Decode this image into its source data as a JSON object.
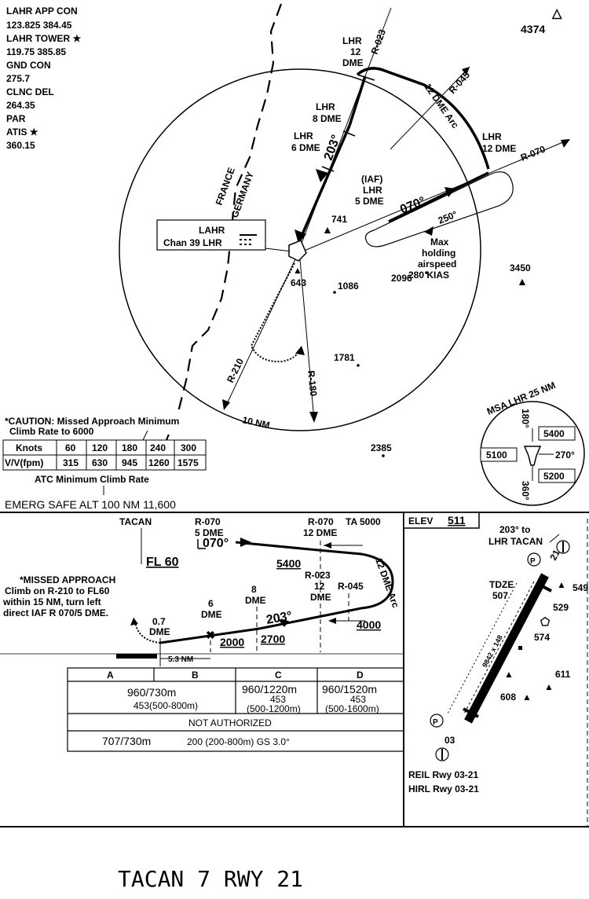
{
  "freqs": {
    "app_con": "LAHR APP CON",
    "app_con_freq": "123.825   384.45",
    "tower": "LAHR TOWER ★",
    "tower_freq": "119.75   385.85",
    "gnd_con": "GND CON",
    "gnd_con_freq": "275.7",
    "clnc_del": "CLNC DEL",
    "clnc_del_freq": "264.35",
    "par": "PAR",
    "atis": "ATIS ★",
    "atis_freq": "360.15"
  },
  "plan": {
    "top_right_elev": "4374",
    "fix_12dme_line1": "LHR",
    "fix_12dme_line2": "12",
    "fix_12dme_line3": "DME",
    "radial_023": "R-023",
    "radial_045": "R-045",
    "arc_label": "12    DME Arc",
    "fix_8dme_line1": "LHR",
    "fix_8dme_line2": "8 DME",
    "fix_6dme_line1": "LHR",
    "fix_6dme_line2": "6 DME",
    "course_203": "203°",
    "fix_r070_line1": "LHR",
    "fix_r070_line2": "12  DME",
    "radial_070": "R-070",
    "iaf_line1": "(IAF)",
    "iaf_line2": "LHR",
    "iaf_line3": "5 DME",
    "course_070": "070°",
    "holding_250": "250°",
    "border_france": "FRANCE",
    "border_germany": "GERMANY",
    "tacan_box_line1": "LAHR",
    "tacan_box_line2": "Chan 39 LHR",
    "elev_741": "741",
    "elev_643": "643",
    "elev_1086": "1086",
    "elev_2096": "2096",
    "max_hold_line1": "Max",
    "max_hold_line2": "holding",
    "max_hold_line3": "airspeed",
    "max_hold_line4": "280 KIAS",
    "elev_3450": "3450",
    "elev_1781": "1781",
    "radial_210": "R-210",
    "radial_180": "R-180",
    "ring_10nm": "10 NM",
    "elev_2385": "2385"
  },
  "msa": {
    "title": "MSA  LHR  25 NM",
    "bearing_180": "180°",
    "bearing_270": "270°",
    "bearing_360": "360°",
    "alt_north": "5400",
    "alt_west": "5100",
    "alt_south": "5200"
  },
  "caution": {
    "line1": "*CAUTION: Missed Approach Minimum",
    "line2": "Climb Rate to 6000",
    "row1": [
      "Knots",
      "60",
      "120",
      "180",
      "240",
      "300"
    ],
    "row2": [
      "V/V(fpm)",
      "315",
      "630",
      "945",
      "1260",
      "1575"
    ],
    "atc": "ATC Minimum Climb Rate",
    "emerg": "EMERG SAFE ALT 100 NM 11,600"
  },
  "profile": {
    "tacan": "TACAN",
    "r070_5dme_line1": "R-070",
    "r070_5dme_line2": "5 DME",
    "course_070": "070°",
    "fl60": "FL 60",
    "r070_12dme_line1": "R-070",
    "r070_12dme_line2": "12 DME",
    "ta": "TA 5000",
    "alt_5400": "5400",
    "arc": "12 DME Arc",
    "r023_line1": "R-023",
    "r023_line2": "12",
    "r023_line3": "DME",
    "r045": "R-045",
    "alt_4000": "4000",
    "course_203": "203°",
    "dme8_line1": "8",
    "dme8_line2": "DME",
    "dme6_line1": "6",
    "dme6_line2": "DME",
    "alt_2700": "2700",
    "alt_2000": "2000",
    "dme07_line1": "0.7",
    "dme07_line2": "DME",
    "dist_53": "5.3 NM",
    "missed_line1": "*MISSED APPROACH",
    "missed_line2": "Climb on R-210 to FL60",
    "missed_line3": "within 15 NM, turn left",
    "missed_line4": "direct IAF R 070/5 DME."
  },
  "minima": {
    "cat_a": "A",
    "cat_b": "B",
    "cat_c": "C",
    "cat_d": "D",
    "ab_main": "960/730m",
    "ab_sub": "453(500-800m)",
    "c_main": "960/1220m",
    "c_sub1": "453",
    "c_sub2": "(500-1200m)",
    "d_main": "960/1520m",
    "d_sub1": "453",
    "d_sub2": "(500-1600m)",
    "not_auth": "NOT AUTHORIZED",
    "par_main": "707/730m",
    "par_rest": "200   (200-800m)   GS 3.0°"
  },
  "airport": {
    "elev_label": "ELEV",
    "elev_value": "511",
    "tacan_note_line1": "203° to",
    "tacan_note_line2": "LHR TACAN",
    "tdze_line1": "TDZE",
    "tdze_line2": "507",
    "rwy21": "21",
    "rwy03": "03",
    "elev_549": "549",
    "elev_529": "529",
    "elev_574": "574",
    "elev_611": "611",
    "elev_608": "608",
    "rwy_dims": "9842 x 148",
    "reil": "REIL Rwy 03-21",
    "hirl": "HIRL Rwy 03-21"
  },
  "title": "TACAN 7   RWY 21"
}
